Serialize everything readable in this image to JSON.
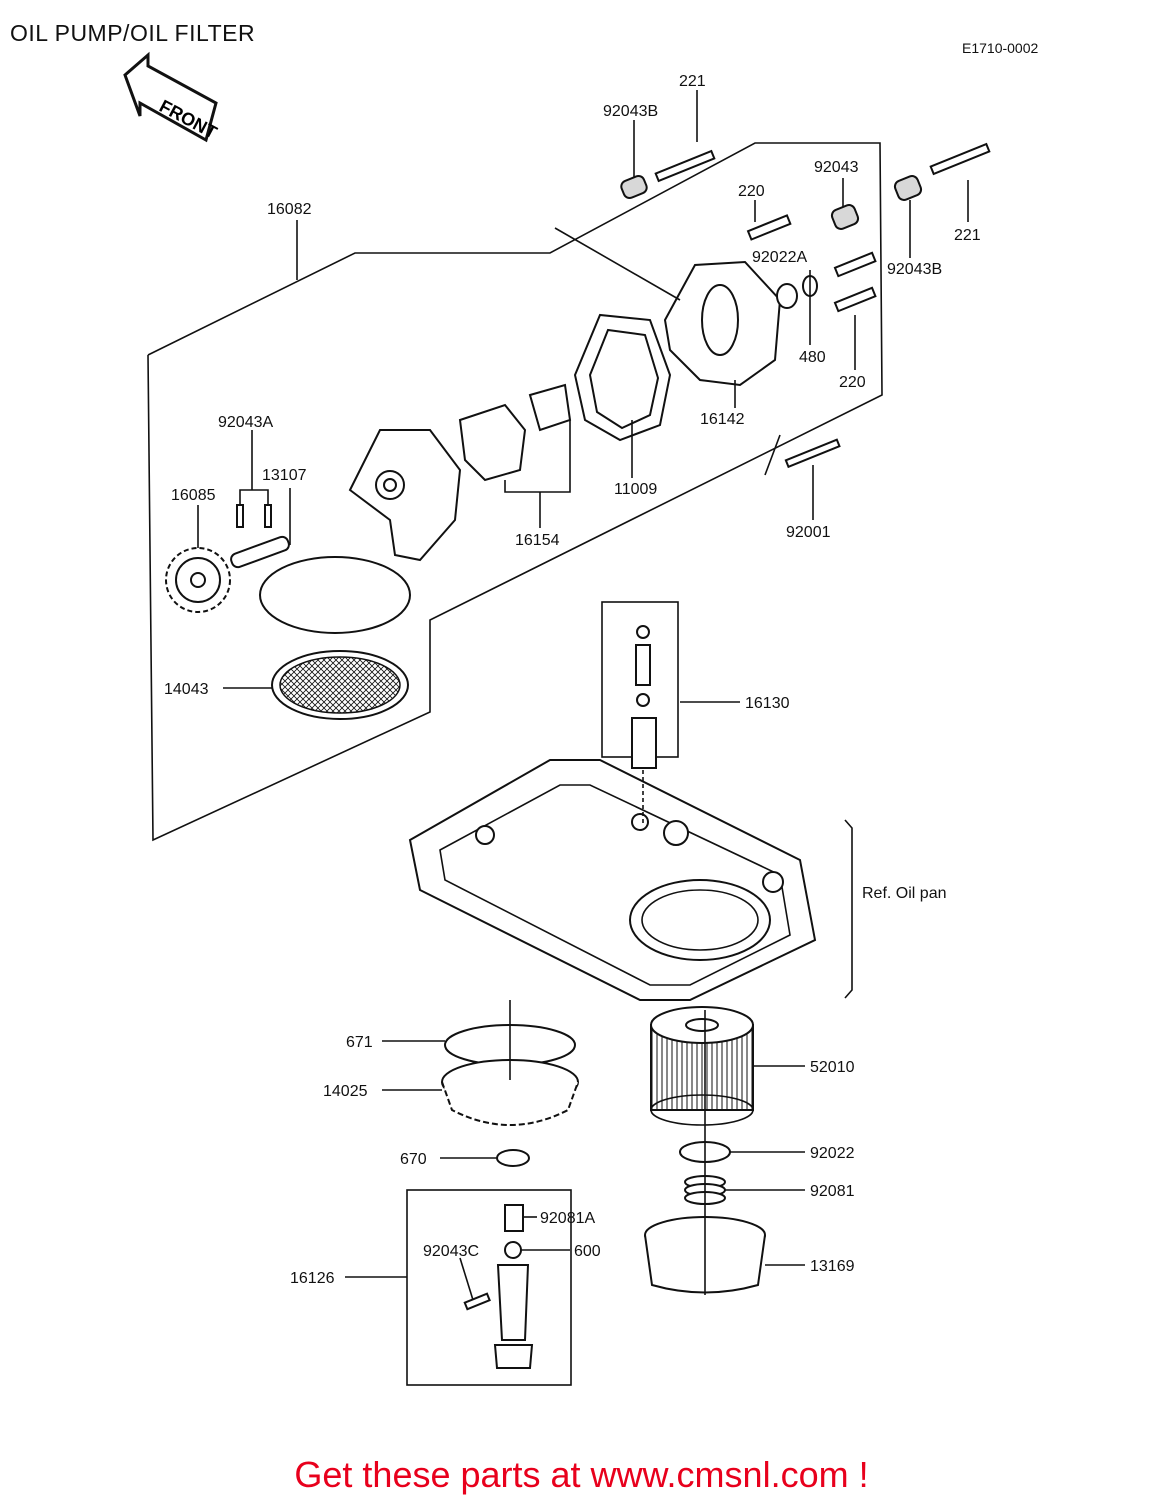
{
  "title": "OIL PUMP/OIL FILTER",
  "diagram_code": "E1710-0002",
  "front_arrow": "FRONT",
  "ref_label": "Ref. Oil pan",
  "footer": "Get these parts at www.cmsnl.com !",
  "parts": {
    "p221_top": "221",
    "p92043B_top": "92043B",
    "p92043_right": "92043",
    "p220_top": "220",
    "p221_right": "221",
    "p92022A": "92022A",
    "p92043B_right": "92043B",
    "p480": "480",
    "p220_right": "220",
    "p16082": "16082",
    "p16142": "16142",
    "p11009": "11009",
    "p92001": "92001",
    "p92043A": "92043A",
    "p13107": "13107",
    "p16085": "16085",
    "p16154": "16154",
    "p14043": "14043",
    "p16130": "16130",
    "p671": "671",
    "p14025": "14025",
    "p52010": "52010",
    "p670": "670",
    "p92022": "92022",
    "p92081": "92081",
    "p92081A": "92081A",
    "p600": "600",
    "p92043C": "92043C",
    "p16126": "16126",
    "p13169": "13169"
  }
}
